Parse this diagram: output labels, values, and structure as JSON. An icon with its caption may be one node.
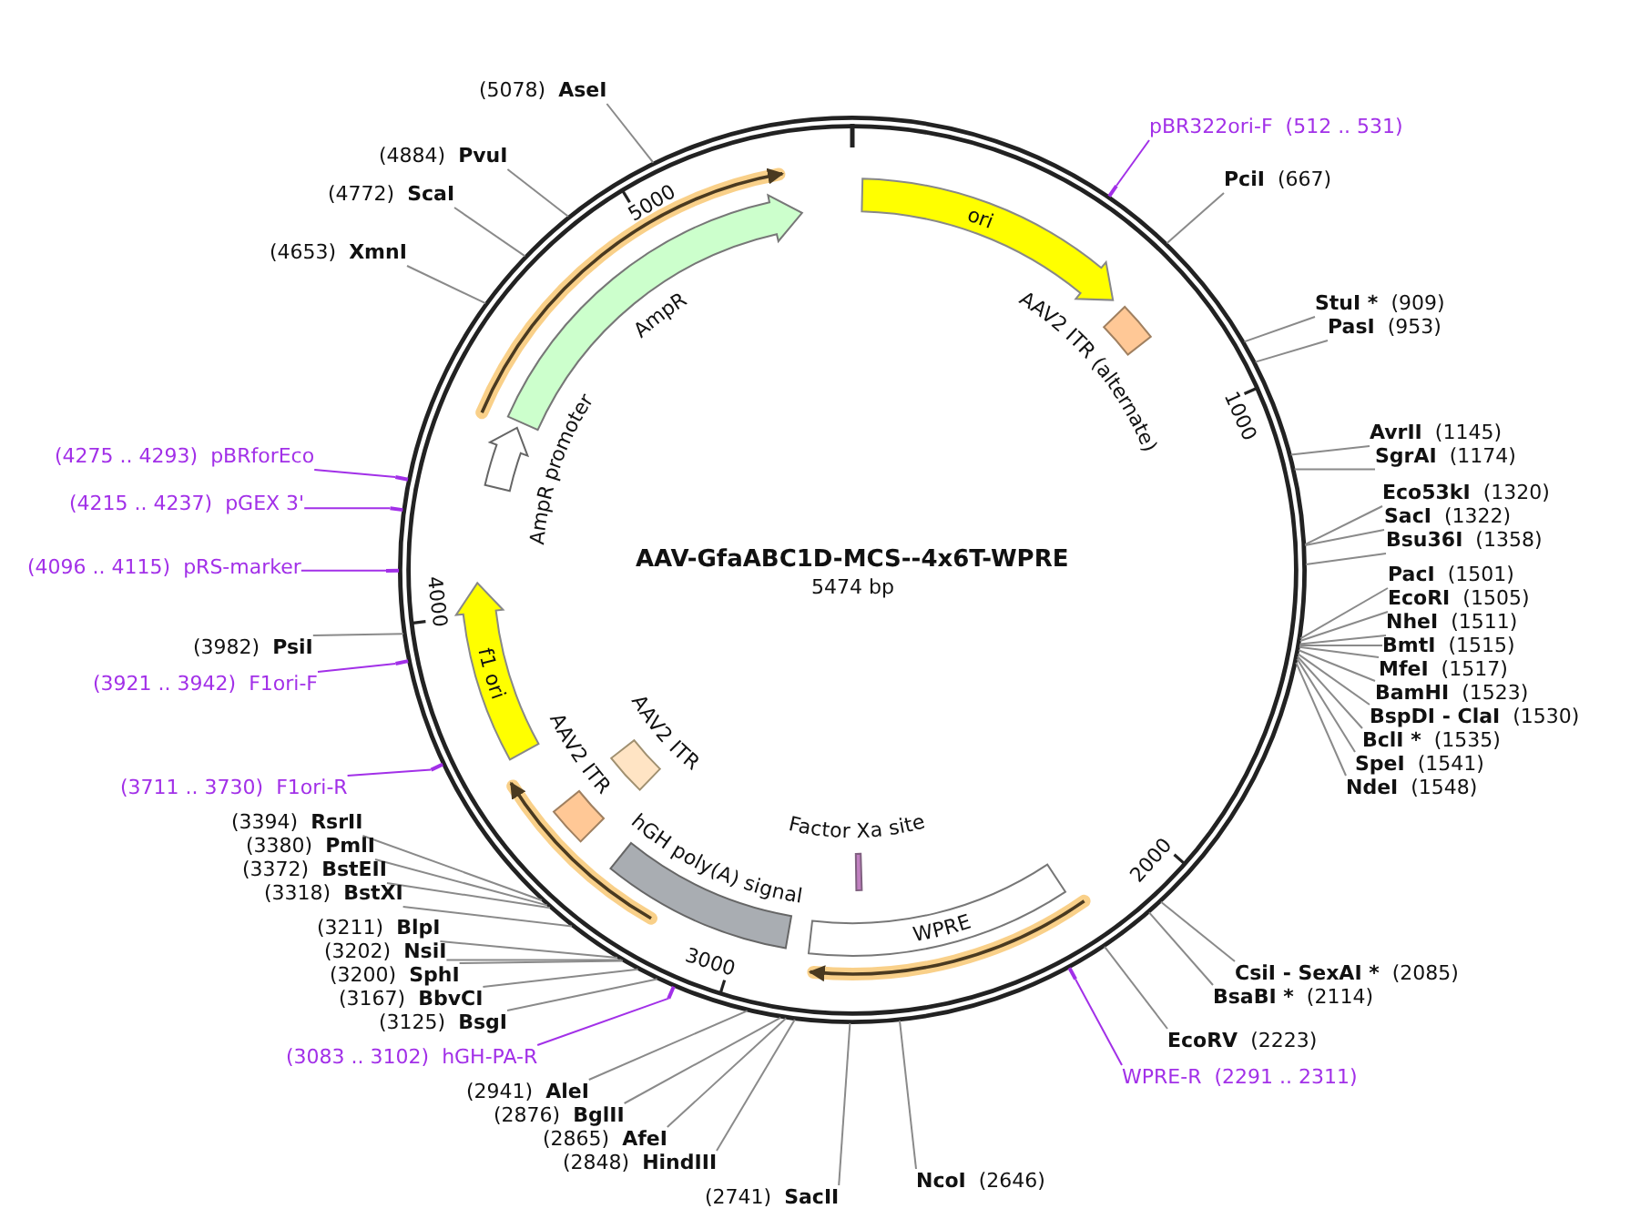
{
  "diagram": {
    "title": "AAV-GfaABC1D-MCS--4x6T-WPRE",
    "nodes": [
      {
        "text": [
          "(5078)",
          "AseI"
        ]
      },
      {
        "text": [
          "(4884)",
          "PvuI"
        ]
      },
      {
        "text": [
          "(4772)",
          "ScaI"
        ]
      },
      {
        "text": [
          "(4653)",
          "XmnI"
        ]
      },
      {
        "text": [
          "PciI",
          "(667)"
        ]
      },
      {
        "text": [
          "StuI *",
          "(909)"
        ]
      },
      {
        "text": [
          "PasI",
          "(953)"
        ]
      },
      {
        "text": [
          "AvrII",
          "(1145)"
        ]
      },
      {
        "text": [
          "SgrAI",
          "(1174)"
        ]
      },
      {
        "text": [
          "Eco53kI",
          "(1320)"
        ]
      },
      {
        "text": [
          "SacI",
          "(1322)"
        ]
      },
      {
        "text": [
          "Bsu36I",
          "(1358)"
        ]
      },
      {
        "text": [
          "PacI",
          "(1501)"
        ]
      },
      {
        "text": [
          "EcoRI",
          "(1505)"
        ]
      },
      {
        "text": [
          "NheI",
          "(1511)"
        ]
      },
      {
        "text": [
          "BmtI",
          "(1515)"
        ]
      },
      {
        "text": [
          "MfeI",
          "(1517)"
        ]
      },
      {
        "text": [
          "BamHI",
          "(1523)"
        ]
      },
      {
        "text": [
          "BspDI - ClaI",
          "(1530)"
        ]
      },
      {
        "text": [
          "BclI *",
          "(1535)"
        ]
      },
      {
        "text": [
          "SpeI",
          "(1541)"
        ]
      },
      {
        "text": [
          "NdeI",
          "(1548)"
        ]
      },
      {
        "text": [
          "CsiI - SexAI *",
          "(2085)"
        ]
      },
      {
        "text": [
          "BsaBI *",
          "(2114)"
        ]
      },
      {
        "text": [
          "EcoRV",
          "(2223)"
        ]
      },
      {
        "text": [
          "NcoI",
          "(2646)"
        ]
      },
      {
        "text": [
          "(2741)",
          "SacII"
        ]
      },
      {
        "text": [
          "(2848)",
          "HindIII"
        ]
      },
      {
        "text": [
          "(2865)",
          "AfeI"
        ]
      },
      {
        "text": [
          "(2876)",
          "BglII"
        ]
      },
      {
        "text": [
          "(2941)",
          "AleI"
        ]
      },
      {
        "text": [
          "(3125)",
          "BsgI"
        ]
      },
      {
        "text": [
          "(3167)",
          "BbvCI"
        ]
      },
      {
        "text": [
          "(3200)",
          "SphI"
        ]
      },
      {
        "text": [
          "(3202)",
          "NsiI"
        ]
      },
      {
        "text": [
          "(3211)",
          "BlpI"
        ]
      },
      {
        "text": [
          "(3318)",
          "BstXI"
        ]
      },
      {
        "text": [
          "(3372)",
          "BstEII"
        ]
      },
      {
        "text": [
          "(3380)",
          "PmlI"
        ]
      },
      {
        "text": [
          "(3394)",
          "RsrII"
        ]
      },
      {
        "text": [
          "(3982)",
          "PsiI"
        ]
      },
      {
        "text": [
          "pBR322ori-F",
          "(512 .. 531)"
        ]
      },
      {
        "text": [
          "WPRE-R",
          "(2291 .. 2311)"
        ]
      },
      {
        "text": [
          "(3083 .. 3102)",
          "hGH-PA-R"
        ]
      },
      {
        "text": [
          "(3711 .. 3730)",
          "F1ori-R"
        ]
      },
      {
        "text": [
          "(3921 .. 3942)",
          "F1ori-F"
        ]
      },
      {
        "text": [
          "(4096 .. 4115)",
          "pRS-marker"
        ]
      },
      {
        "text": [
          "(4215 .. 4237)",
          "pGEX 3'"
        ]
      },
      {
        "text": [
          "(4275 .. 4293)",
          "pBRforEco"
        ]
      },
      {
        "text": [
          "ori"
        ]
      },
      {
        "text": [
          "AAV2 ITR (alternate)"
        ]
      },
      {
        "text": [
          "AmpR"
        ]
      },
      {
        "text": [
          "AmpR promoter"
        ]
      },
      {
        "text": [
          "f1 ori"
        ]
      },
      {
        "text": [
          "AAV2 ITR"
        ]
      },
      {
        "text": [
          "AAV2 ITR"
        ]
      },
      {
        "text": [
          "hGH poly(A) signal"
        ]
      },
      {
        "text": [
          "Factor Xa site"
        ]
      },
      {
        "text": [
          "WPRE"
        ]
      }
    ],
    "edges": [
      {
        "from": 0,
        "to": null,
        "arrow": "none"
      },
      {
        "from": 1,
        "to": null,
        "arrow": "none"
      },
      {
        "from": 2,
        "to": null,
        "arrow": "none"
      },
      {
        "from": 3,
        "to": null,
        "arrow": "none"
      },
      {
        "from": 4,
        "to": null,
        "arrow": "none"
      },
      {
        "from": 5,
        "to": null,
        "arrow": "none"
      },
      {
        "from": 6,
        "to": null,
        "arrow": "none"
      },
      {
        "from": 7,
        "to": null,
        "arrow": "none"
      },
      {
        "from": 8,
        "to": null,
        "arrow": "none"
      },
      {
        "from": 9,
        "to": null,
        "arrow": "none"
      },
      {
        "from": 10,
        "to": null,
        "arrow": "none"
      },
      {
        "from": 11,
        "to": null,
        "arrow": "none"
      },
      {
        "from": 12,
        "to": null,
        "arrow": "none"
      },
      {
        "from": 13,
        "to": null,
        "arrow": "none"
      },
      {
        "from": 14,
        "to": null,
        "arrow": "none"
      },
      {
        "from": 15,
        "to": null,
        "arrow": "none"
      },
      {
        "from": 16,
        "to": null,
        "arrow": "none"
      },
      {
        "from": 17,
        "to": null,
        "arrow": "none"
      },
      {
        "from": 18,
        "to": null,
        "arrow": "none"
      },
      {
        "from": 19,
        "to": null,
        "arrow": "none"
      },
      {
        "from": 20,
        "to": null,
        "arrow": "none"
      },
      {
        "from": 21,
        "to": null,
        "arrow": "none"
      },
      {
        "from": 22,
        "to": null,
        "arrow": "none"
      },
      {
        "from": 23,
        "to": null,
        "arrow": "none"
      },
      {
        "from": 24,
        "to": null,
        "arrow": "none"
      },
      {
        "from": 25,
        "to": null,
        "arrow": "none"
      },
      {
        "from": 26,
        "to": null,
        "arrow": "none"
      },
      {
        "from": 27,
        "to": null,
        "arrow": "none"
      },
      {
        "from": 28,
        "to": null,
        "arrow": "none"
      },
      {
        "from": 29,
        "to": null,
        "arrow": "none"
      },
      {
        "from": 30,
        "to": null,
        "arrow": "none"
      },
      {
        "from": 31,
        "to": null,
        "arrow": "none"
      },
      {
        "from": 32,
        "to": null,
        "arrow": "none"
      },
      {
        "from": 33,
        "to": null,
        "arrow": "none"
      },
      {
        "from": 34,
        "to": null,
        "arrow": "none"
      },
      {
        "from": 35,
        "to": null,
        "arrow": "none"
      },
      {
        "from": 36,
        "to": null,
        "arrow": "none"
      },
      {
        "from": 37,
        "to": null,
        "arrow": "none"
      },
      {
        "from": 38,
        "to": null,
        "arrow": "none"
      },
      {
        "from": 39,
        "to": null,
        "arrow": "none"
      },
      {
        "from": 40,
        "to": null,
        "arrow": "none"
      },
      {
        "from": 41,
        "to": null,
        "arrow": "none",
        "color": "#a230e8"
      },
      {
        "from": 42,
        "to": null,
        "arrow": "none",
        "color": "#a230e8"
      },
      {
        "from": 43,
        "to": null,
        "arrow": "none",
        "color": "#a230e8"
      },
      {
        "from": 44,
        "to": null,
        "arrow": "none",
        "color": "#a230e8"
      },
      {
        "from": 45,
        "to": null,
        "arrow": "none",
        "color": "#a230e8"
      },
      {
        "from": 46,
        "to": null,
        "arrow": "none",
        "color": "#a230e8"
      },
      {
        "from": 47,
        "to": null,
        "arrow": "none",
        "color": "#a230e8"
      },
      {
        "from": 48,
        "to": null,
        "arrow": "none",
        "color": "#a230e8"
      }
    ],
    "labels": [
      "5474 bp",
      "1000",
      "2000",
      "3000",
      "4000",
      "5000"
    ]
  }
}
